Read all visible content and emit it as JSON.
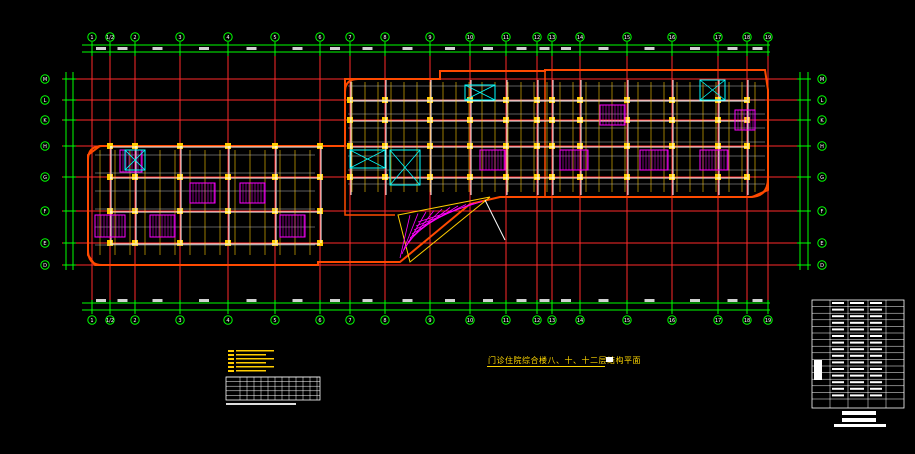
{
  "drawing": {
    "title": "门诊住院综合楼八、十、十二层结构平面",
    "background": "#000000"
  },
  "grid_axes": {
    "top": [
      "1",
      "1/2",
      "2",
      "3",
      "4",
      "5",
      "6",
      "7",
      "8",
      "9",
      "10",
      "11",
      "12",
      "13",
      "14",
      "15",
      "16",
      "17",
      "18",
      "19"
    ],
    "left": [
      "M",
      "L",
      "K",
      "H",
      "G",
      "F",
      "E",
      "D"
    ],
    "right": [
      "M",
      "L",
      "K",
      "H",
      "G",
      "F",
      "E",
      "D"
    ]
  },
  "colors": {
    "grid": "#ff2a2a",
    "dimension": "#00ff00",
    "wall": "#ffcc00",
    "outline": "#ff4a00",
    "beam": "#ffffff",
    "core": "#00ffff",
    "hatch": "#ff00ff",
    "text": "#ffd700"
  }
}
